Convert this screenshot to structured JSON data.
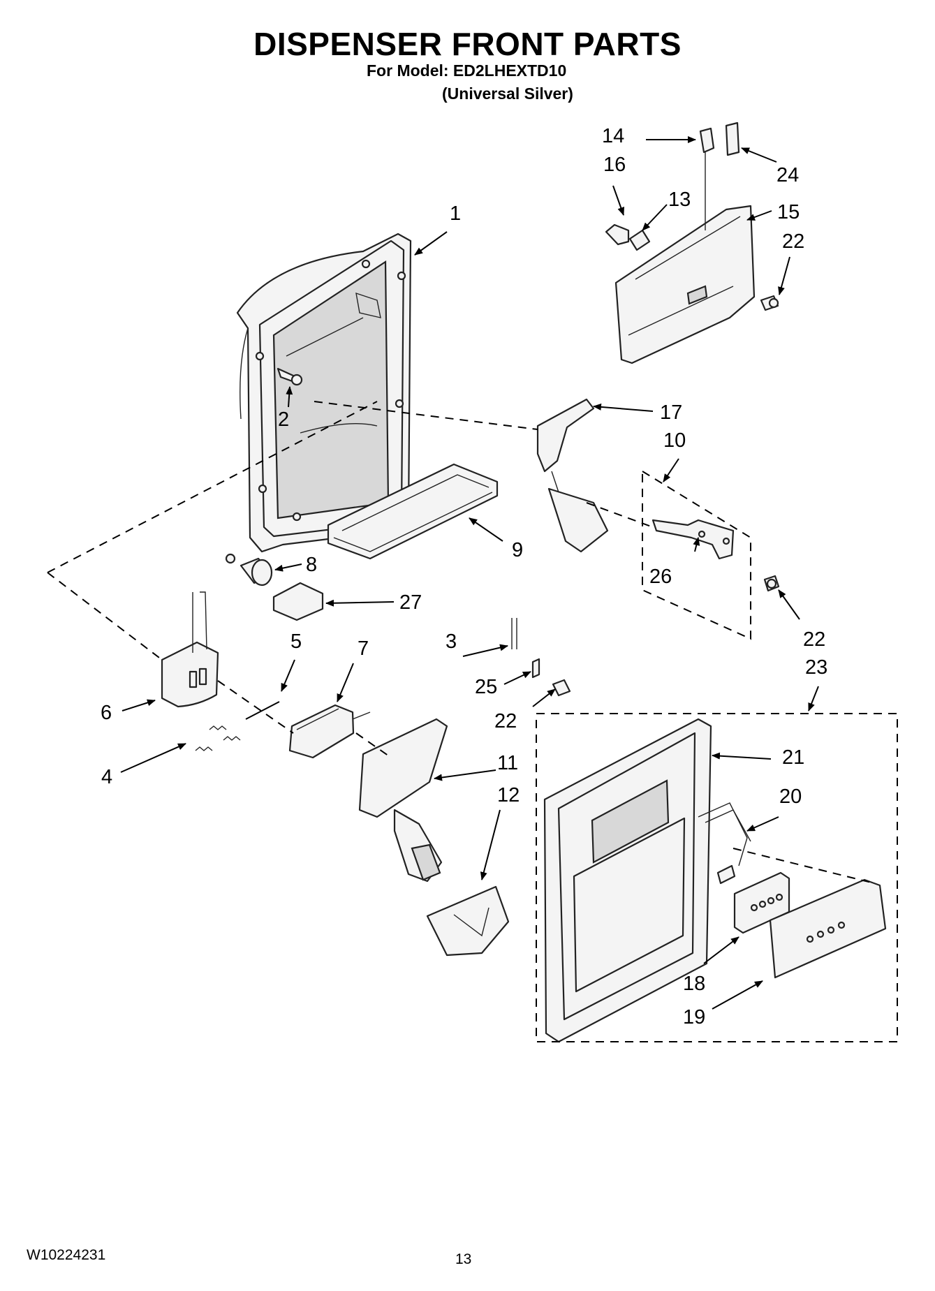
{
  "title": "DISPENSER FRONT PARTS",
  "model_line": "For Model: ED2LHEXTD10",
  "color_line": "(Universal Silver)",
  "footer": {
    "doc_number": "W10224231",
    "page_number": "13"
  },
  "callouts": {
    "c1": "1",
    "c2": "2",
    "c3": "3",
    "c4": "4",
    "c5": "5",
    "c6": "6",
    "c7": "7",
    "c8": "8",
    "c9": "9",
    "c10": "10",
    "c11": "11",
    "c12": "12",
    "c13": "13",
    "c14": "14",
    "c15": "15",
    "c16": "16",
    "c17": "17",
    "c18": "18",
    "c19": "19",
    "c20": "20",
    "c21": "21",
    "c22a": "22",
    "c22b": "22",
    "c22c": "22",
    "c23": "23",
    "c24": "24",
    "c25": "25",
    "c26": "26",
    "c27": "27"
  }
}
